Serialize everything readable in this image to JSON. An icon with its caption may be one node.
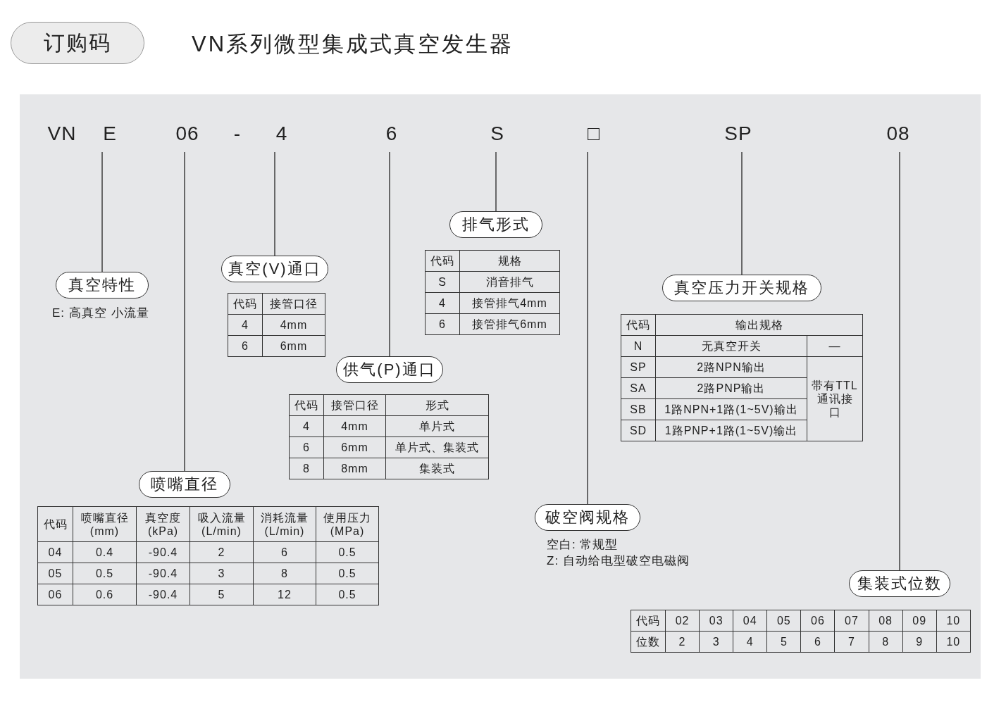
{
  "diagram": {
    "title": "VN系列微型集成式真空发生器",
    "nodes": [
      {
        "text": [
          "订购码"
        ]
      },
      {
        "text": [
          "E"
        ]
      },
      {
        "text": [
          "06"
        ]
      },
      {
        "text": [
          "4"
        ]
      },
      {
        "text": [
          "6"
        ]
      },
      {
        "text": [
          "S"
        ]
      },
      {
        "text": [
          "□"
        ]
      },
      {
        "text": [
          "SP"
        ]
      },
      {
        "text": [
          "08"
        ]
      },
      {
        "text": [
          "真空特性"
        ],
        "beside": [
          "E: 高真空 小流量"
        ]
      },
      {
        "text": [
          "真空(V)通口"
        ]
      },
      {
        "text": [
          "排气形式"
        ]
      },
      {
        "text": [
          "真空压力开关规格"
        ]
      },
      {
        "text": [
          "供气(P)通口"
        ]
      },
      {
        "text": [
          "喷嘴直径"
        ]
      },
      {
        "text": [
          "破空阀规格"
        ],
        "beside": [
          "空白: 常规型",
          "Z: 自动给电型破空电磁阀"
        ]
      },
      {
        "text": [
          "集装式位数"
        ]
      }
    ],
    "edges": [
      {
        "from": 1,
        "to": 9,
        "arrow": "none"
      },
      {
        "from": 2,
        "to": 14,
        "arrow": "none"
      },
      {
        "from": 3,
        "to": 10,
        "arrow": "none"
      },
      {
        "from": 4,
        "to": 13,
        "arrow": "none"
      },
      {
        "from": 5,
        "to": 11,
        "arrow": "none"
      },
      {
        "from": 6,
        "to": 15,
        "arrow": "none"
      },
      {
        "from": 7,
        "to": 12,
        "arrow": "none"
      },
      {
        "from": 8,
        "to": 16,
        "arrow": "none"
      }
    ],
    "labels": [
      "VN",
      "-",
      "代码",
      "规格",
      "S",
      "消音排气",
      "4",
      "接管排气4mm",
      "6",
      "接管排气6mm",
      "代码",
      "接管口径",
      "4",
      "4mm",
      "6",
      "6mm",
      "代码",
      "输出规格",
      "N",
      "无真空开关",
      "—",
      "SP",
      "2路NPN输出",
      "带有TTL通讯接口",
      "SA",
      "2路PNP输出",
      "SB",
      "1路NPN+1路(1~5V)输出",
      "SD",
      "1路PNP+1路(1~5V)输出",
      "代码",
      "接管口径",
      "形式",
      "4",
      "4mm",
      "单片式",
      "6",
      "6mm",
      "单片式、集装式",
      "8",
      "8mm",
      "集装式",
      "代码",
      "喷嘴直径 (mm)",
      "真空度 (kPa)",
      "吸入流量 (L/min)",
      "消耗流量 (L/min)",
      "使用压力 (MPa)",
      "04",
      "0.4",
      "-90.4",
      "2",
      "6",
      "0.5",
      "05",
      "0.5",
      "-90.4",
      "3",
      "8",
      "0.5",
      "06",
      "0.6",
      "-90.4",
      "5",
      "12",
      "0.5",
      "代码",
      "02",
      "03",
      "04",
      "05",
      "06",
      "07",
      "08",
      "09",
      "10",
      "位数",
      "2",
      "3",
      "4",
      "5",
      "6",
      "7",
      "8",
      "9",
      "10"
    ]
  }
}
